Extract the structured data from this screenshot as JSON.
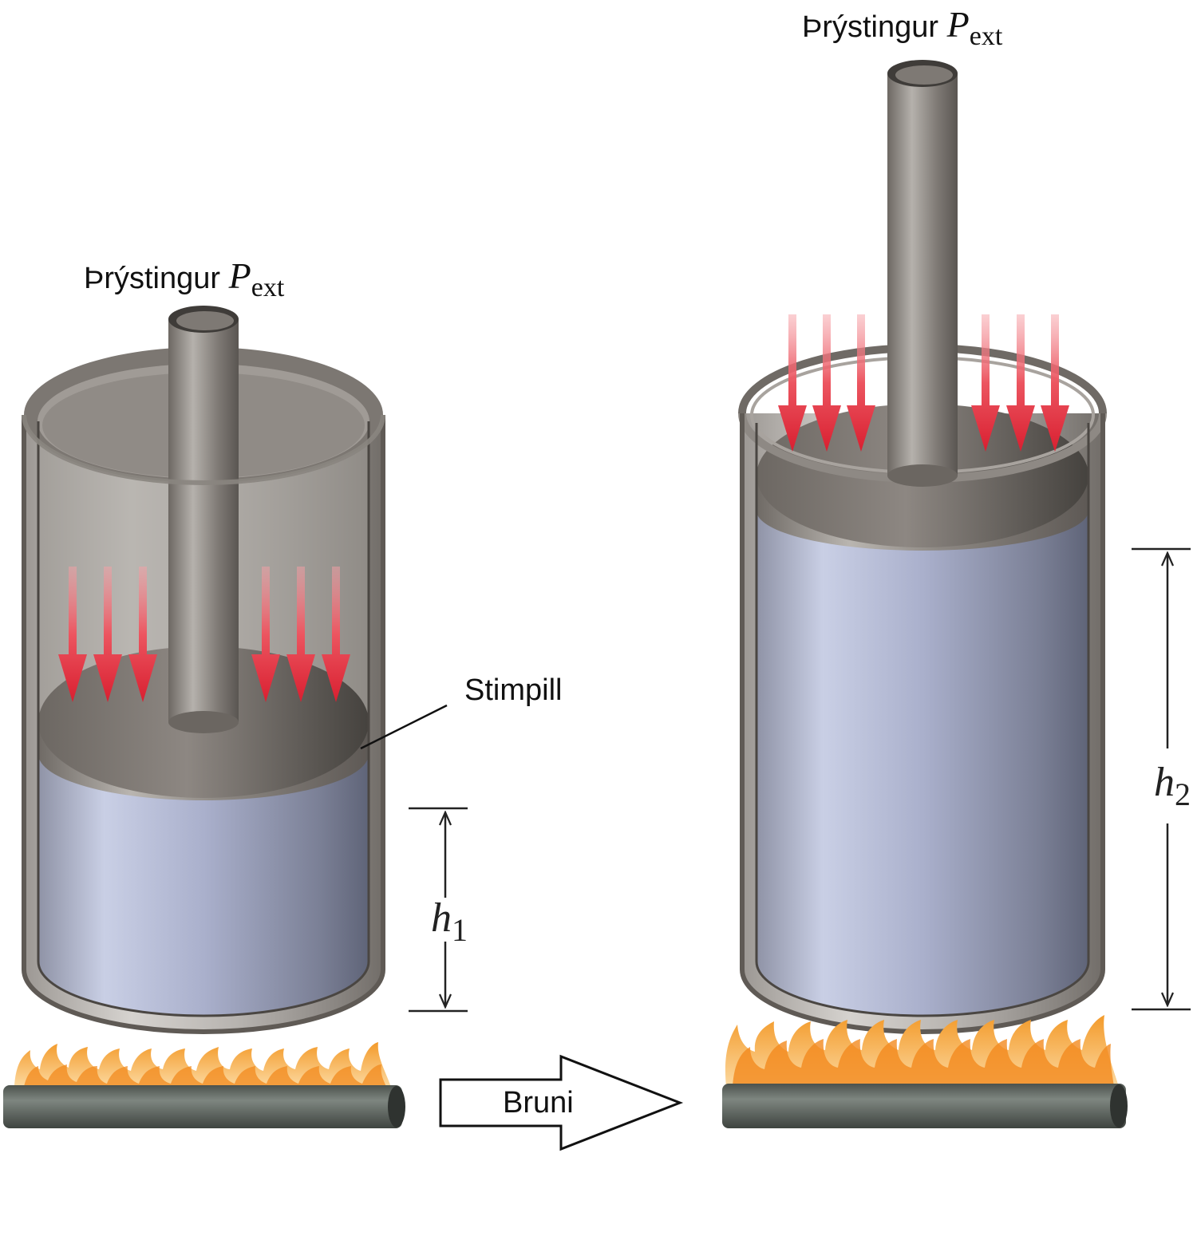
{
  "left_state": {
    "pressure_label": {
      "word": "Þrýstingur",
      "symbol": "P",
      "subscript": "ext"
    },
    "piston_label": "Stimpill",
    "height_label": {
      "symbol": "h",
      "subscript": "1"
    }
  },
  "right_state": {
    "pressure_label": {
      "word": "Þrýstingur",
      "symbol": "P",
      "subscript": "ext"
    },
    "height_label": {
      "symbol": "h",
      "subscript": "2"
    }
  },
  "transition_label": "Bruni",
  "colors": {
    "gas": "#aab0cc",
    "metal": "#8a8580",
    "arrows": "#e8303f",
    "flame": "#f28a1e",
    "burner": "#5e655f"
  }
}
